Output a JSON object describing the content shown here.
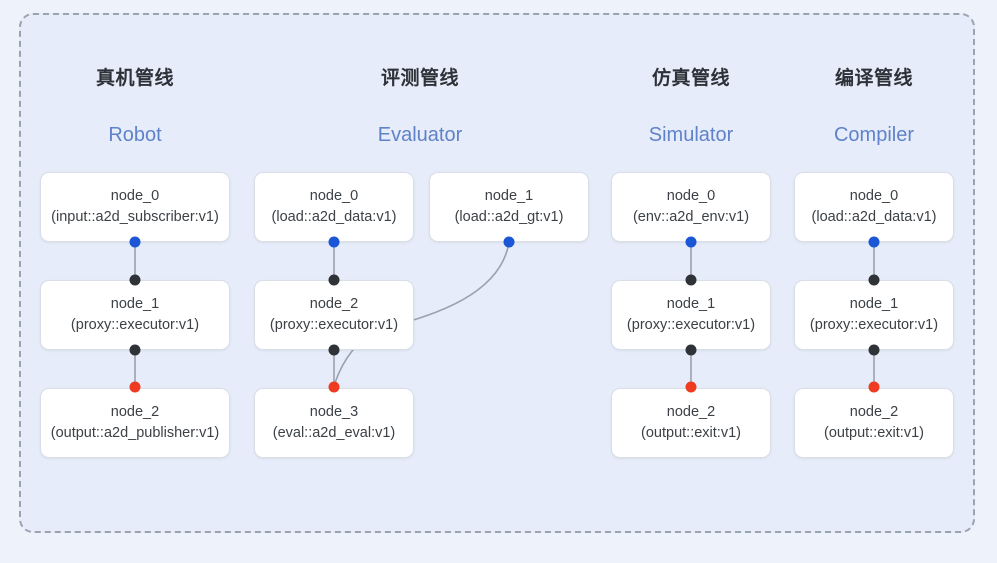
{
  "diagram": {
    "background_color": "#eef2fa",
    "panel_color": "#e6ecf9",
    "panel_border_color": "#9aa3b0",
    "edge_color": "#9aa2ad",
    "port_colors": {
      "blue": "#1a56d6",
      "black": "#2f3337",
      "red": "#f03b23"
    }
  },
  "columns": [
    {
      "title_cn": "真机管线",
      "title_en": "Robot",
      "nodes": [
        {
          "name": "node_0",
          "type": "(input::a2d_subscriber:v1)"
        },
        {
          "name": "node_1",
          "type": "(proxy::executor:v1)"
        },
        {
          "name": "node_2",
          "type": "(output::a2d_publisher:v1)"
        }
      ]
    },
    {
      "title_cn": "评测管线",
      "title_en": "Evaluator",
      "nodes": [
        {
          "name": "node_0",
          "type": "(load::a2d_data:v1)"
        },
        {
          "name": "node_1",
          "type": "(load::a2d_gt:v1)"
        },
        {
          "name": "node_2",
          "type": "(proxy::executor:v1)"
        },
        {
          "name": "node_3",
          "type": "(eval::a2d_eval:v1)"
        }
      ]
    },
    {
      "title_cn": "仿真管线",
      "title_en": "Simulator",
      "nodes": [
        {
          "name": "node_0",
          "type": "(env::a2d_env:v1)"
        },
        {
          "name": "node_1",
          "type": "(proxy::executor:v1)"
        },
        {
          "name": "node_2",
          "type": "(output::exit:v1)"
        }
      ]
    },
    {
      "title_cn": "编译管线",
      "title_en": "Compiler",
      "nodes": [
        {
          "name": "node_0",
          "type": "(load::a2d_data:v1)"
        },
        {
          "name": "node_1",
          "type": "(proxy::executor:v1)"
        },
        {
          "name": "node_2",
          "type": "(output::exit:v1)"
        }
      ]
    }
  ]
}
